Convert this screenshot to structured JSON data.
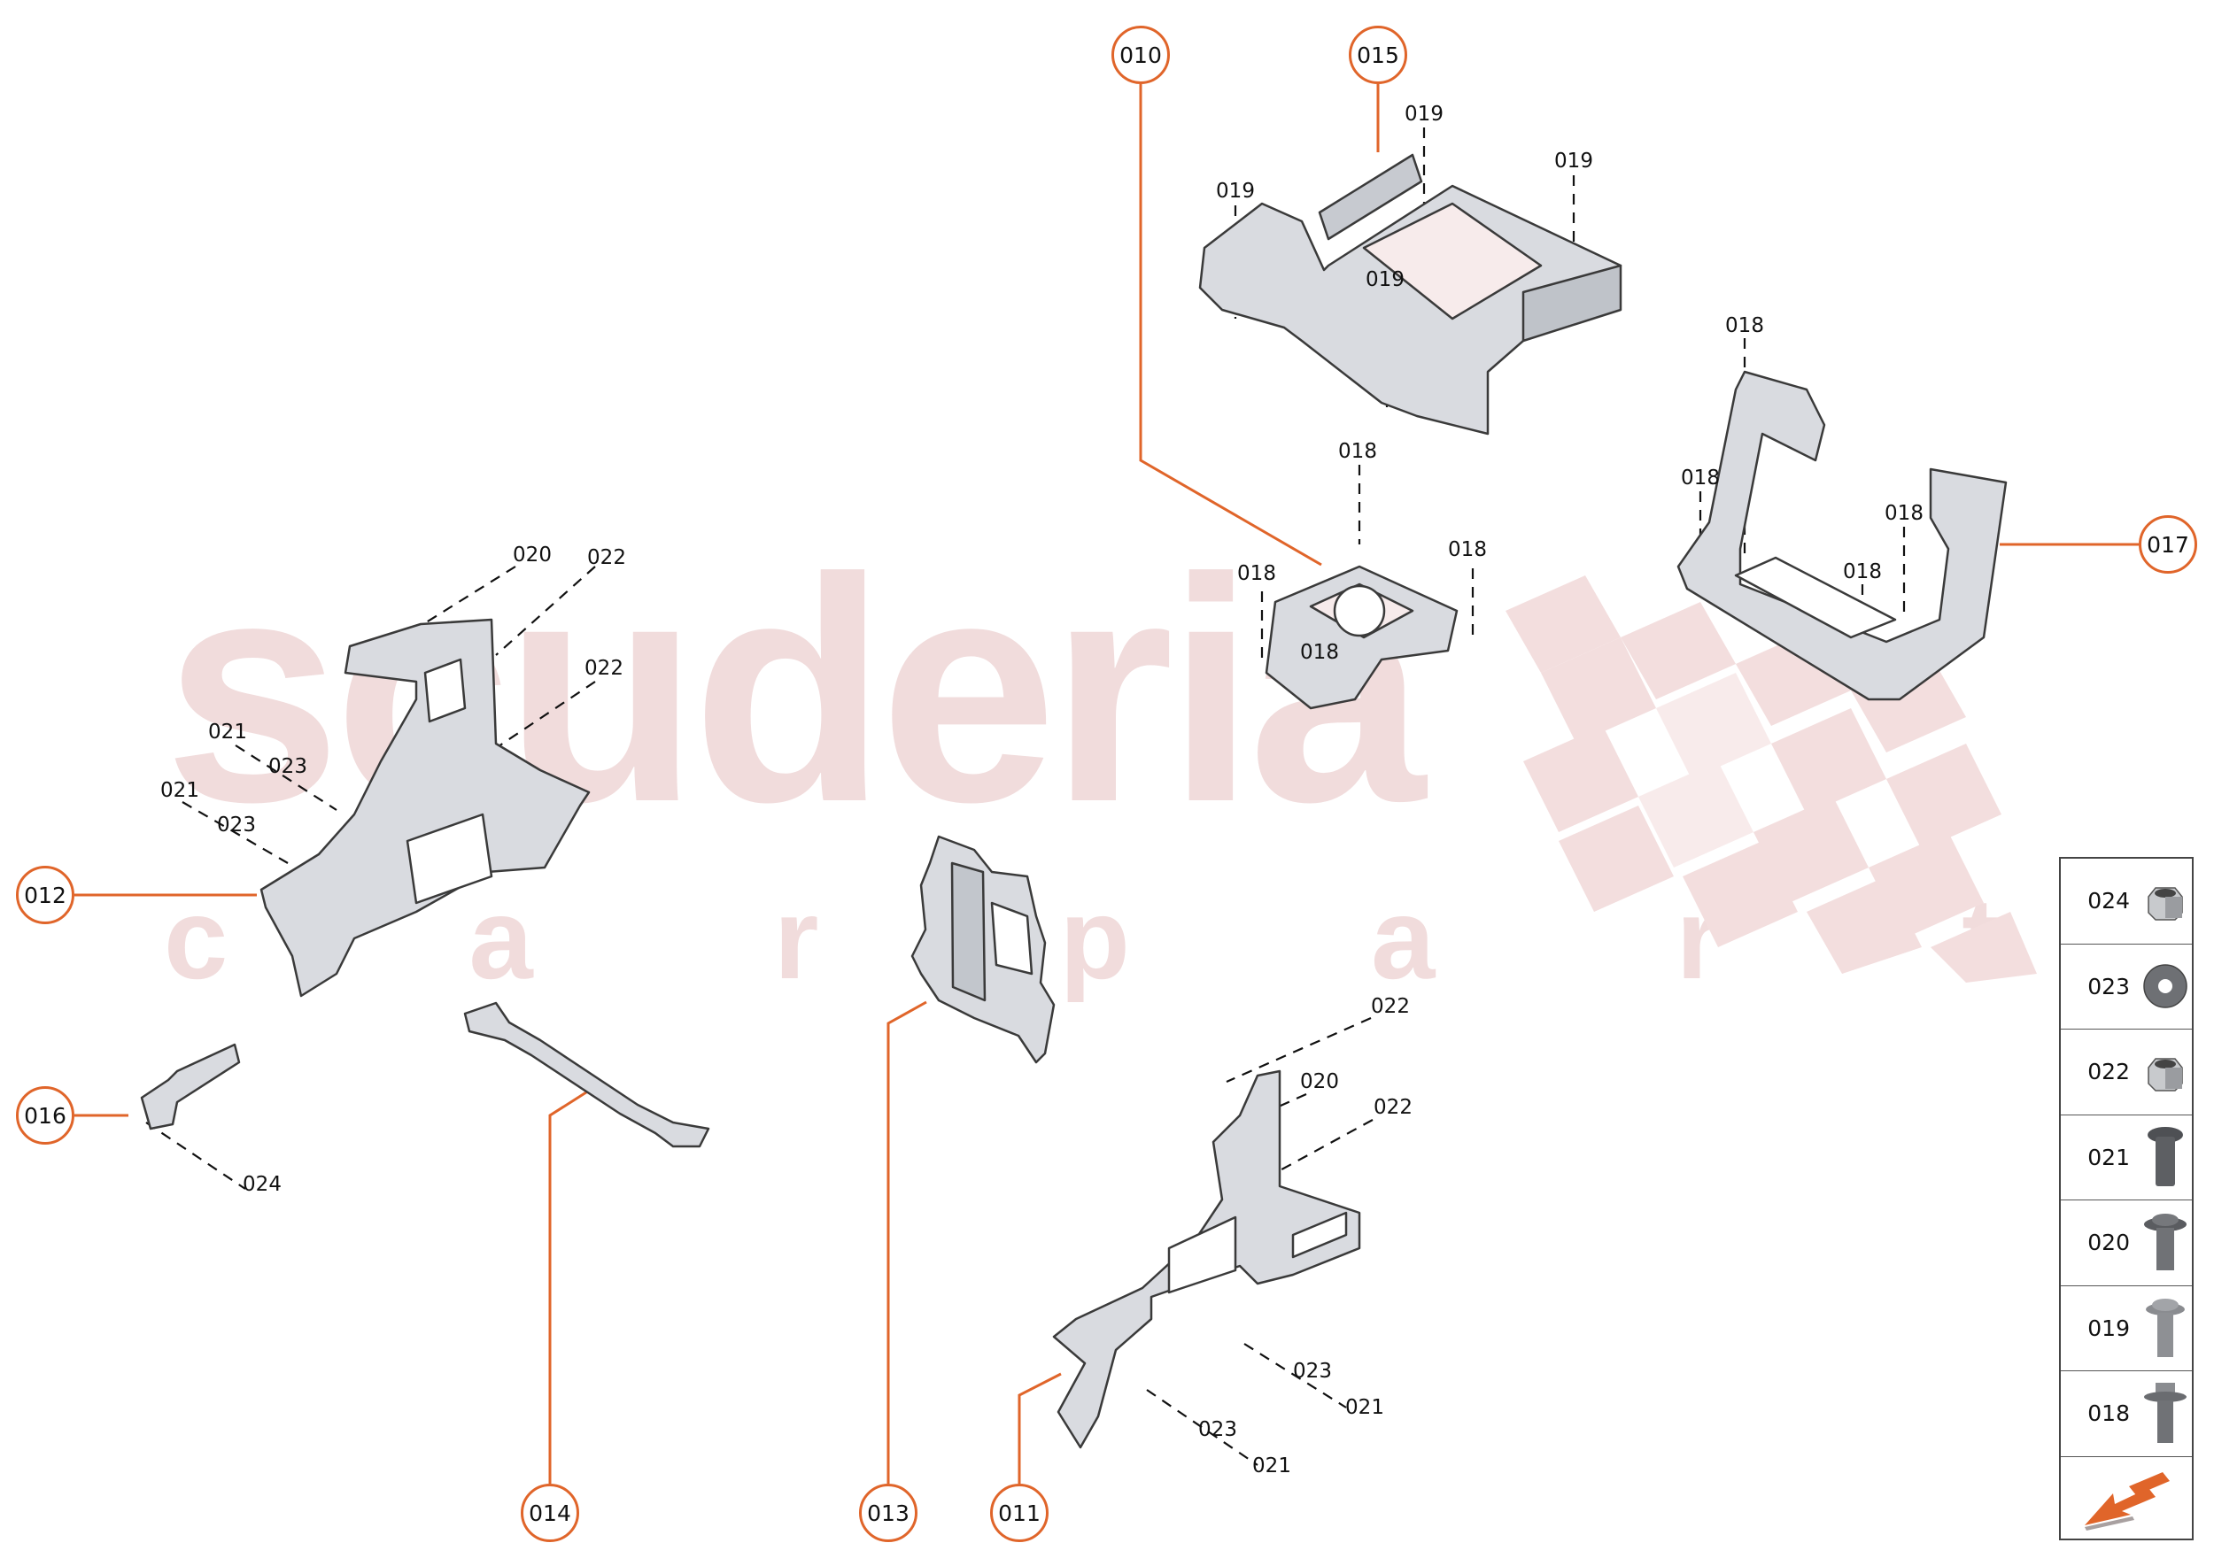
{
  "watermark": {
    "brand": "scuderia",
    "tagline": "c a r p a r t s"
  },
  "colors": {
    "callout": "#e0652a",
    "watermark": "#f1dcdc",
    "part_fill": "#c9ccd2",
    "part_stroke": "#3a3a3a"
  },
  "callouts": [
    {
      "id": "010",
      "label": "010"
    },
    {
      "id": "015",
      "label": "015"
    },
    {
      "id": "017",
      "label": "017"
    },
    {
      "id": "012",
      "label": "012"
    },
    {
      "id": "016",
      "label": "016"
    },
    {
      "id": "014",
      "label": "014"
    },
    {
      "id": "013",
      "label": "013"
    },
    {
      "id": "011",
      "label": "011"
    }
  ],
  "refs": {
    "p015": [
      "019",
      "019",
      "019",
      "019"
    ],
    "p010": [
      "018",
      "018",
      "018",
      "018"
    ],
    "p017": [
      "018",
      "018",
      "018",
      "018"
    ],
    "p012": [
      "020",
      "022",
      "022",
      "021",
      "023",
      "021",
      "023"
    ],
    "p016": [
      "024"
    ],
    "p011": [
      "022",
      "020",
      "022",
      "023",
      "021",
      "023",
      "021"
    ]
  },
  "legend": {
    "items": [
      {
        "code": "024",
        "icon": "flange-nut-icon"
      },
      {
        "code": "023",
        "icon": "washer-icon"
      },
      {
        "code": "022",
        "icon": "flange-nut-icon"
      },
      {
        "code": "021",
        "icon": "pan-head-bolt-icon"
      },
      {
        "code": "020",
        "icon": "flange-bolt-icon"
      },
      {
        "code": "019",
        "icon": "flange-bolt-icon"
      },
      {
        "code": "018",
        "icon": "hex-flange-bolt-icon"
      }
    ],
    "nav_icon": "next-page-arrow-icon"
  }
}
